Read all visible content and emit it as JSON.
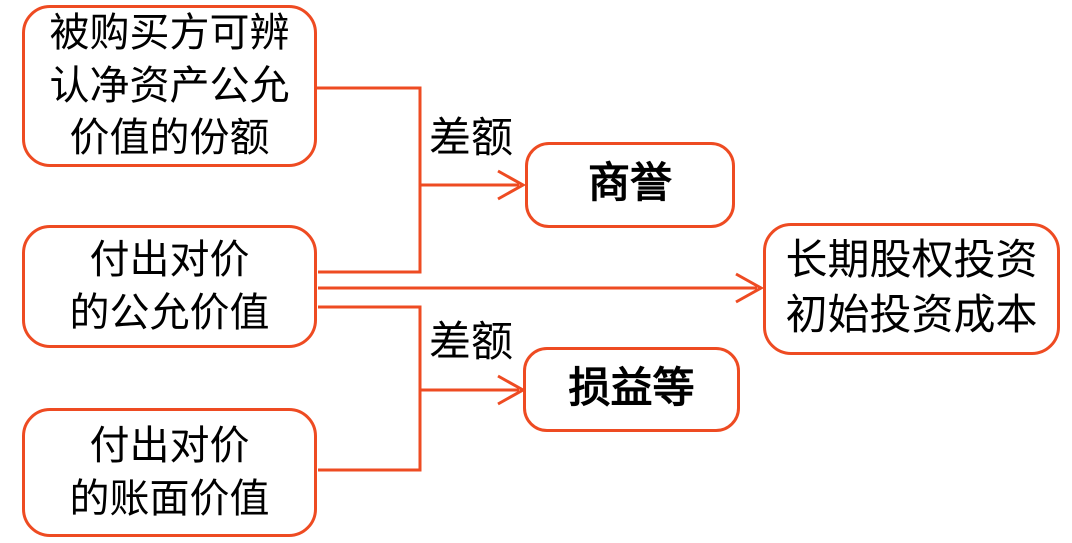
{
  "colors": {
    "accent": "#EE4B22",
    "text": "#000000",
    "background": "#FFFFFF"
  },
  "diagram": {
    "nodes": {
      "identifiable_net_assets": {
        "line1": "被购买方可辨",
        "line2": "认净资产公允",
        "line3": "价值的份额"
      },
      "consideration_fair_value": {
        "line1": "付出对价",
        "line2": "的公允价值"
      },
      "consideration_book_value": {
        "line1": "付出对价",
        "line2": "的账面价值"
      },
      "goodwill": {
        "label": "商誉"
      },
      "profit_loss": {
        "label": "损益等"
      },
      "lt_equity_investment": {
        "line1": "长期股权投资",
        "line2": "初始投资成本"
      }
    },
    "edge_labels": {
      "top": "差额",
      "bottom": "差额"
    }
  }
}
